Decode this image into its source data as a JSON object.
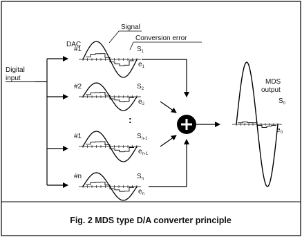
{
  "labels": {
    "signal": "Signal",
    "conversion_error": "Conversion error",
    "dac": "DAC",
    "digital_input_line1": "Digital",
    "digital_input_line2": "input",
    "ellipsis": ":",
    "mds_output_line1": "MDS",
    "mds_output_line2": "output",
    "plus": "+"
  },
  "branches": [
    {
      "tag": "#1",
      "s_label": "S",
      "s_sub": "1",
      "e_label": "e",
      "e_sub": "1"
    },
    {
      "tag": "#2",
      "s_label": "S",
      "s_sub": "2",
      "e_label": "e",
      "e_sub": "2"
    },
    {
      "tag": "#1",
      "s_label": "S",
      "s_sub": "n-1",
      "e_label": "e",
      "e_sub": "n-1"
    },
    {
      "tag": "#n",
      "s_label": "S",
      "s_sub": "n",
      "e_label": "e",
      "e_sub": "n"
    }
  ],
  "output": {
    "s_label": "S",
    "s_sub": "0",
    "e_label": "e",
    "e_sub": "0"
  },
  "caption": "Fig. 2   MDS type D/A converter principle"
}
